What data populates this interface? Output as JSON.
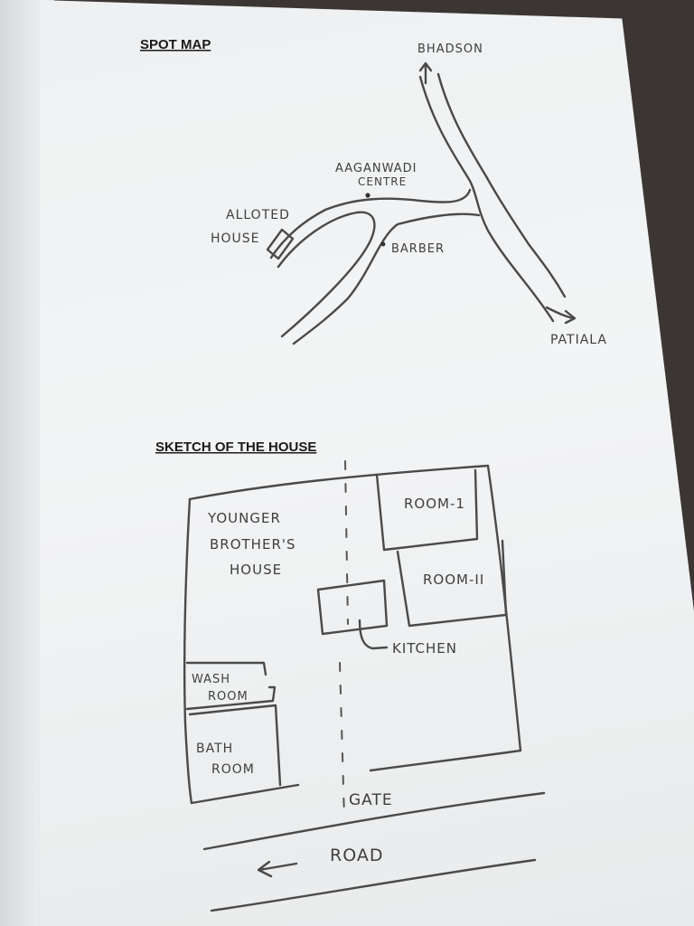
{
  "spot_map": {
    "heading": "SPOT MAP",
    "labels": {
      "bhadson": "BHADSON",
      "aaganwadi_line1": "AAGANWADI",
      "aaganwadi_line2": "CENTRE",
      "alloted_line1": "ALLOTED",
      "alloted_line2": "HOUSE",
      "barber": "BARBER",
      "patiala": "PATIALA"
    }
  },
  "house_sketch": {
    "heading": "SKETCH OF THE HOUSE",
    "labels": {
      "younger_line1": "YOUNGER",
      "younger_line2": "BROTHER'S",
      "younger_line3": "HOUSE",
      "room1": "ROOM-1",
      "room2": "ROOM-II",
      "kitchen": "KITCHEN",
      "wash_line1": "WASH",
      "wash_line2": "ROOM",
      "bath_line1": "BATH",
      "bath_line2": "ROOM",
      "gate": "GATE",
      "road": "ROAD"
    }
  }
}
